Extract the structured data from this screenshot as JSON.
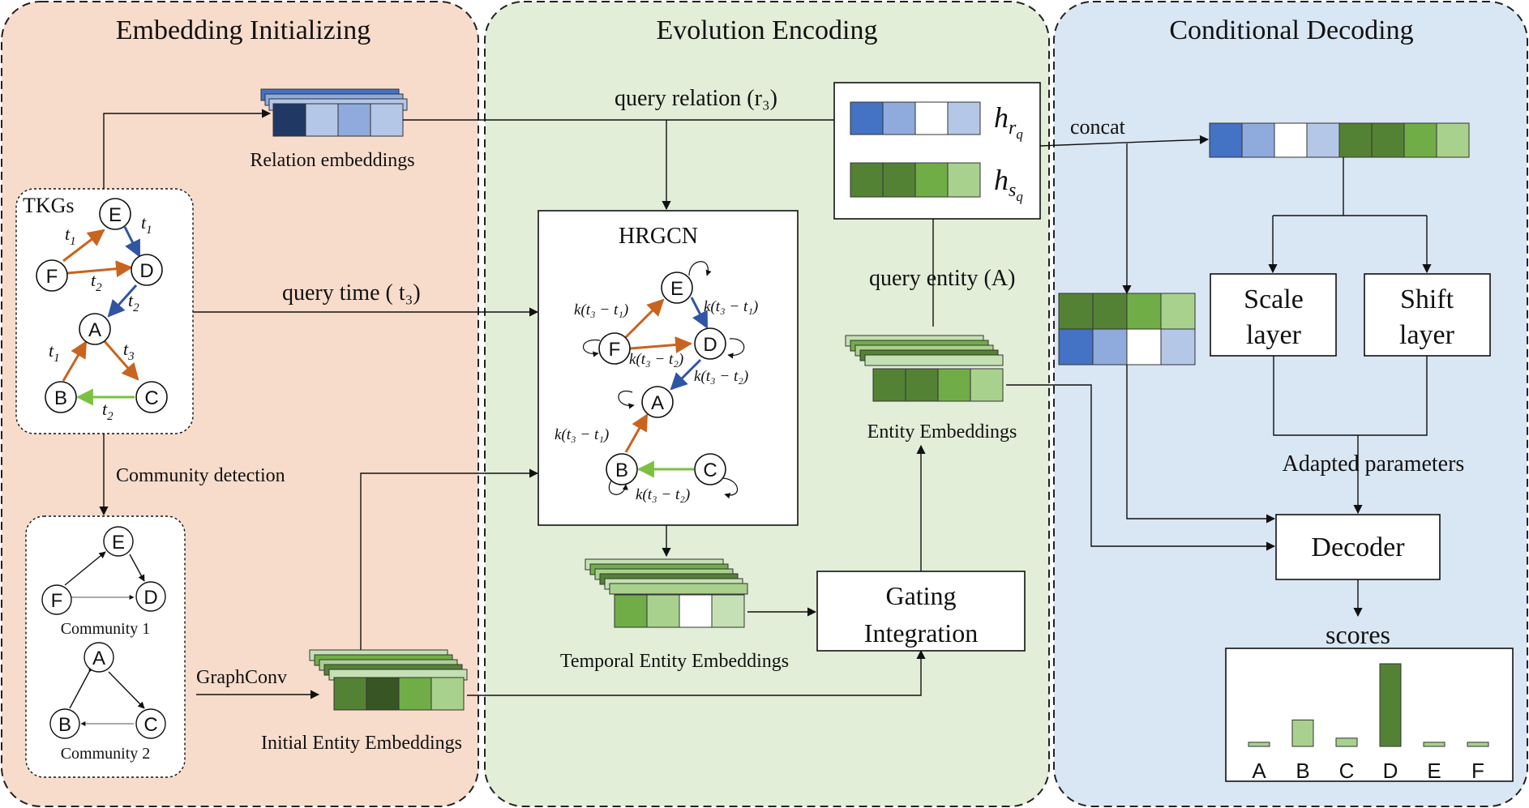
{
  "panels": {
    "init_title": "Embedding Initializing",
    "evo_title": "Evolution Encoding",
    "dec_title": "Conditional Decoding"
  },
  "colors": {
    "init_bg": "#f8dccb",
    "evo_bg": "#e2eed8",
    "dec_bg": "#d9e6f3",
    "relation_arrow": "#c8641e",
    "relation_blue": "#2f55a4",
    "relation_green": "#7cc040",
    "entity_dark": "#4b8535",
    "entity_light": "#a7d08e",
    "rel_dark": "#4472c4",
    "rel_light": "#b4c7e7"
  },
  "labels": {
    "relation_embeddings": "Relation embeddings",
    "query_relation": "query relation (r₃)",
    "query_time": "query time ( t₃)",
    "query_entity": "query entity (A)",
    "tkgs": "TKGs",
    "community_detection": "Community detection",
    "community1": "Community 1",
    "community2": "Community 2",
    "graphconv": "GraphConv",
    "initial_entity_embeddings": "Initial Entity Embeddings",
    "hrgcn": "HRGCN",
    "temporal_entity_embeddings": "Temporal Entity Embeddings",
    "gating_line1": "Gating",
    "gating_line2": "Integration",
    "entity_embeddings": "Entity Embeddings",
    "h_r_q": "h",
    "h_r_sub": "r",
    "h_r_subsub": "q",
    "h_s_q": "h",
    "h_s_sub": "s",
    "h_s_subsub": "q",
    "concat": "concat",
    "scale_line1": "Scale",
    "scale_line2": "layer",
    "shift_line1": "Shift",
    "shift_line2": "layer",
    "adapted_parameters": "Adapted parameters",
    "decoder": "Decoder",
    "scores": "scores"
  },
  "tkg": {
    "nodes": [
      "E",
      "F",
      "D",
      "A",
      "B",
      "C"
    ],
    "edge_labels": {
      "fe": "t",
      "fe_sub": "1",
      "ed": "t",
      "ed_sub": "1",
      "fd": "t",
      "fd_sub": "2",
      "da": "t",
      "da_sub": "2",
      "ba": "t",
      "ba_sub": "1",
      "ac": "t",
      "ac_sub": "3",
      "cb": "t",
      "cb_sub": "2"
    }
  },
  "hrgcn_graph": {
    "nodes": [
      "E",
      "F",
      "D",
      "A",
      "B",
      "C"
    ],
    "edge_labels": {
      "fe": "k(t₃ − t₁)",
      "ed": "k(t₃ − t₁)",
      "fd": "k(t₃ − t₂)",
      "da": "k(t₃ − t₂)",
      "ba": "k(t₃ − t₁)",
      "cb": "k(t₃ − t₂)"
    }
  },
  "community_nodes": {
    "c1": [
      "E",
      "F",
      "D"
    ],
    "c2": [
      "A",
      "B",
      "C"
    ]
  },
  "chart_data": {
    "type": "bar",
    "title": "scores",
    "categories": [
      "A",
      "B",
      "C",
      "D",
      "E",
      "F"
    ],
    "values": [
      0.05,
      0.32,
      0.1,
      1.0,
      0.05,
      0.05
    ],
    "ylim": [
      0,
      1
    ],
    "grid": false,
    "legend": "none"
  }
}
